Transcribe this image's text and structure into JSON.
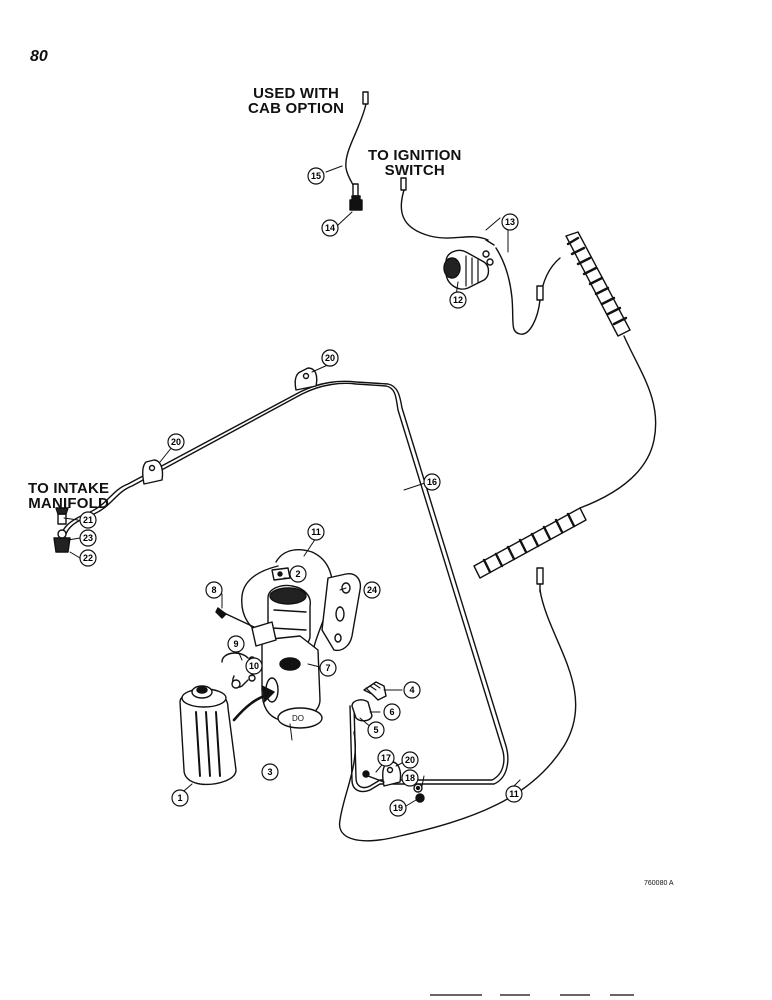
{
  "page_number": "80",
  "figure_code": "760080 A",
  "callouts": {
    "cab_option": [
      "USED WITH",
      "CAB OPTION"
    ],
    "ignition": [
      "TO IGNITION",
      "SWITCH"
    ],
    "intake": [
      "TO INTAKE",
      "MANIFOLD"
    ]
  },
  "part_refs": [
    "1",
    "2",
    "3",
    "4",
    "5",
    "6",
    "7",
    "8",
    "9",
    "10",
    "11",
    "11",
    "12",
    "13",
    "14",
    "15",
    "16",
    "17",
    "18",
    "19",
    "20",
    "20",
    "20",
    "20",
    "21",
    "22",
    "23",
    "24"
  ],
  "colors": {
    "ink": "#111111",
    "paper": "#ffffff"
  }
}
